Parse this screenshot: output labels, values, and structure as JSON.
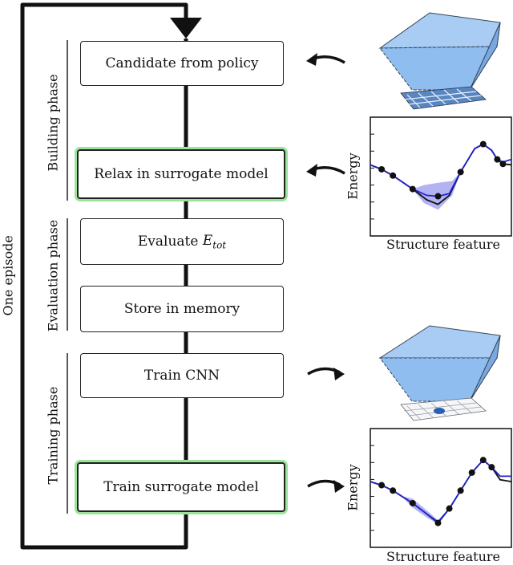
{
  "diagram": {
    "loop_label": "One episode",
    "phases": [
      {
        "id": "building",
        "label": "Building phase"
      },
      {
        "id": "evaluation",
        "label": "Evaluation phase"
      },
      {
        "id": "training",
        "label": "Training phase"
      }
    ],
    "steps": [
      {
        "id": "candidate",
        "label": "Candidate from policy",
        "highlight": false
      },
      {
        "id": "relax",
        "label": "Relax in surrogate model",
        "highlight": true
      },
      {
        "id": "evaluate",
        "label_prefix": "Evaluate ",
        "label_symbol": "E",
        "label_subscript": "tot",
        "highlight": false
      },
      {
        "id": "store",
        "label": "Store in memory",
        "highlight": false
      },
      {
        "id": "train_cnn",
        "label": "Train CNN",
        "highlight": false
      },
      {
        "id": "train_surrogate",
        "label": "Train surrogate model",
        "highlight": true
      }
    ],
    "colors": {
      "highlight_border": "#9be39b",
      "network_face": "#8fbdf0",
      "surrogate_band": "#9a9af0",
      "curve_dark": "#111111",
      "curve_blue": "#2222cc"
    }
  },
  "chart_data": [
    {
      "type": "line",
      "xlabel": "Structure feature",
      "ylabel": "Energy",
      "series": [
        {
          "points": [
            [
              0.0,
              0.28
            ],
            [
              0.08,
              0.33
            ],
            [
              0.16,
              0.4
            ],
            [
              0.3,
              0.55
            ],
            [
              0.4,
              0.67
            ],
            [
              0.48,
              0.72
            ],
            [
              0.56,
              0.62
            ],
            [
              0.64,
              0.36
            ],
            [
              0.74,
              0.1
            ],
            [
              0.8,
              0.05
            ],
            [
              0.86,
              0.12
            ],
            [
              0.9,
              0.22
            ],
            [
              0.94,
              0.27
            ],
            [
              1.0,
              0.28
            ]
          ]
        },
        {
          "points": [
            [
              0.0,
              0.28
            ],
            [
              0.08,
              0.33
            ],
            [
              0.16,
              0.4
            ],
            [
              0.3,
              0.55
            ],
            [
              0.4,
              0.62
            ],
            [
              0.48,
              0.63
            ],
            [
              0.56,
              0.6
            ],
            [
              0.64,
              0.36
            ],
            [
              0.74,
              0.1
            ],
            [
              0.8,
              0.05
            ],
            [
              0.86,
              0.12
            ],
            [
              0.9,
              0.22
            ],
            [
              0.94,
              0.25
            ],
            [
              1.0,
              0.22
            ]
          ]
        }
      ],
      "observations": [
        [
          0.08,
          0.33
        ],
        [
          0.16,
          0.4
        ],
        [
          0.3,
          0.55
        ],
        [
          0.48,
          0.63
        ],
        [
          0.64,
          0.36
        ],
        [
          0.8,
          0.05
        ],
        [
          0.9,
          0.22
        ],
        [
          0.94,
          0.27
        ]
      ],
      "band": [
        [
          0.3,
          0.0
        ],
        [
          0.38,
          0.1
        ],
        [
          0.48,
          0.15
        ],
        [
          0.58,
          0.08
        ],
        [
          0.64,
          0.0
        ]
      ]
    },
    {
      "type": "line",
      "xlabel": "Structure feature",
      "ylabel": "Energy",
      "series": [
        {
          "points": [
            [
              0.0,
              0.34
            ],
            [
              0.08,
              0.38
            ],
            [
              0.16,
              0.44
            ],
            [
              0.3,
              0.58
            ],
            [
              0.4,
              0.7
            ],
            [
              0.48,
              0.8
            ],
            [
              0.56,
              0.64
            ],
            [
              0.64,
              0.44
            ],
            [
              0.72,
              0.24
            ],
            [
              0.8,
              0.1
            ],
            [
              0.86,
              0.18
            ],
            [
              0.92,
              0.32
            ],
            [
              1.0,
              0.34
            ]
          ]
        },
        {
          "points": [
            [
              0.0,
              0.34
            ],
            [
              0.08,
              0.38
            ],
            [
              0.16,
              0.44
            ],
            [
              0.3,
              0.58
            ],
            [
              0.4,
              0.7
            ],
            [
              0.48,
              0.79
            ],
            [
              0.56,
              0.64
            ],
            [
              0.64,
              0.44
            ],
            [
              0.72,
              0.24
            ],
            [
              0.8,
              0.1
            ],
            [
              0.86,
              0.18
            ],
            [
              0.92,
              0.28
            ],
            [
              1.0,
              0.28
            ]
          ]
        }
      ],
      "observations": [
        [
          0.08,
          0.38
        ],
        [
          0.16,
          0.44
        ],
        [
          0.3,
          0.58
        ],
        [
          0.48,
          0.8
        ],
        [
          0.56,
          0.64
        ],
        [
          0.64,
          0.44
        ],
        [
          0.72,
          0.24
        ],
        [
          0.8,
          0.1
        ],
        [
          0.86,
          0.18
        ]
      ],
      "band": [
        [
          0.22,
          0.0
        ],
        [
          0.3,
          0.05
        ],
        [
          0.4,
          0.04
        ],
        [
          0.48,
          0.02
        ],
        [
          0.56,
          0.0
        ]
      ]
    }
  ]
}
